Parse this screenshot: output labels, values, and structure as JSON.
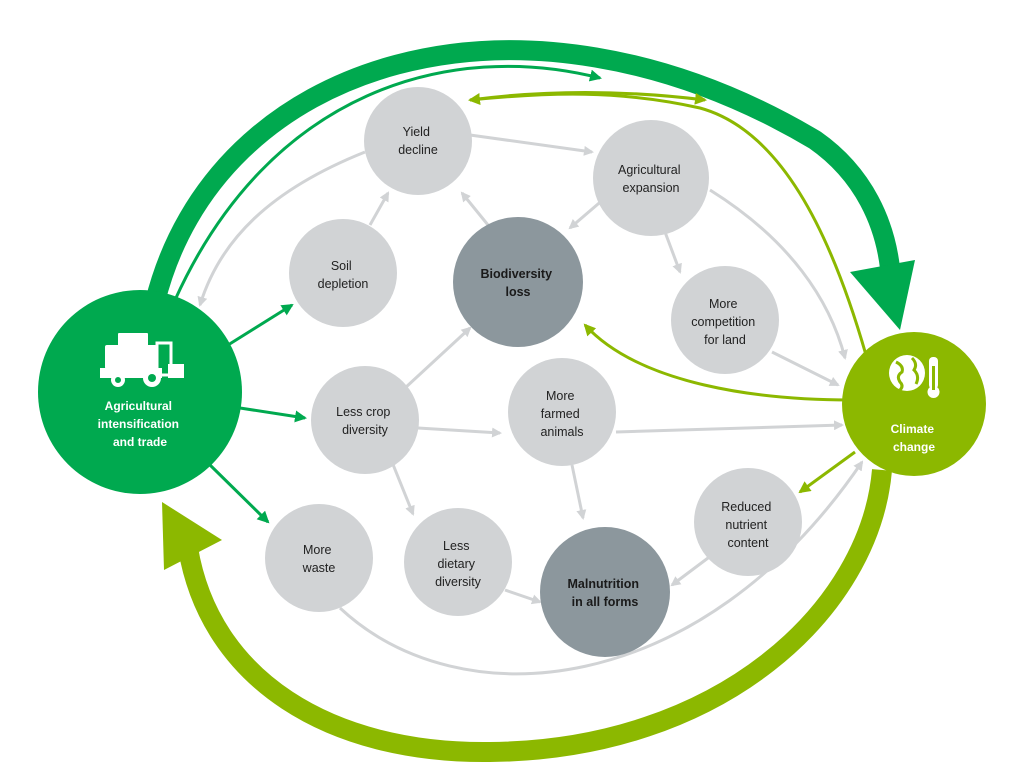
{
  "colors": {
    "green": "#00a94f",
    "lime": "#8cb800",
    "light_node": "#d1d3d5",
    "dark_node": "#8c979d",
    "grey_arrow": "#d1d3d5",
    "hub_text": "#ffffff",
    "node_text": "#222222"
  },
  "hubs": {
    "agri": {
      "lines": [
        "Agricultural",
        "intensification",
        "and trade"
      ],
      "icon": "combine-harvester-icon"
    },
    "climate": {
      "lines": [
        "Climate",
        "change"
      ],
      "icon": "globe-thermometer-icon"
    }
  },
  "nodes": {
    "yield": {
      "lines": [
        "Yield",
        "decline"
      ]
    },
    "soil": {
      "lines": [
        "Soil",
        "depletion"
      ]
    },
    "agexp": {
      "lines": [
        "Agricultural",
        "expansion"
      ]
    },
    "biodiv": {
      "lines": [
        "Biodiversity",
        "loss"
      ]
    },
    "moreland": {
      "lines": [
        "More",
        "competition",
        "for land"
      ]
    },
    "lesscrop": {
      "lines": [
        "Less crop",
        "diversity"
      ]
    },
    "farmed": {
      "lines": [
        "More",
        "farmed",
        "animals"
      ]
    },
    "reduced": {
      "lines": [
        "Reduced",
        "nutrient",
        "content"
      ]
    },
    "waste": {
      "lines": [
        "More",
        "waste"
      ]
    },
    "dietary": {
      "lines": [
        "Less",
        "dietary",
        "diversity"
      ]
    },
    "malnut": {
      "lines": [
        "Malnutrition",
        "in all forms"
      ]
    }
  }
}
